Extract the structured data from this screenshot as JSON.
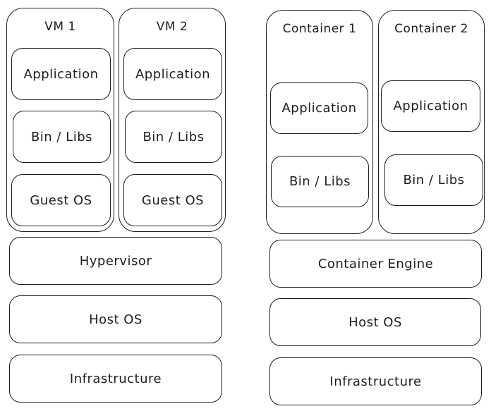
{
  "vms": {
    "vm1": {
      "title": "VM 1",
      "application": "Application",
      "bin_libs": "Bin / Libs",
      "guest_os": "Guest OS"
    },
    "vm2": {
      "title": "VM 2",
      "application": "Application",
      "bin_libs": "Bin / Libs",
      "guest_os": "Guest OS"
    },
    "hypervisor": "Hypervisor",
    "host_os": "Host OS",
    "infrastructure": "Infrastructure"
  },
  "containers": {
    "container1": {
      "title": "Container 1",
      "application": "Application",
      "bin_libs": "Bin / Libs"
    },
    "container2": {
      "title": "Container 2",
      "application": "Application",
      "bin_libs": "Bin / Libs"
    },
    "engine": "Container Engine",
    "host_os": "Host OS",
    "infrastructure": "Infrastructure"
  }
}
